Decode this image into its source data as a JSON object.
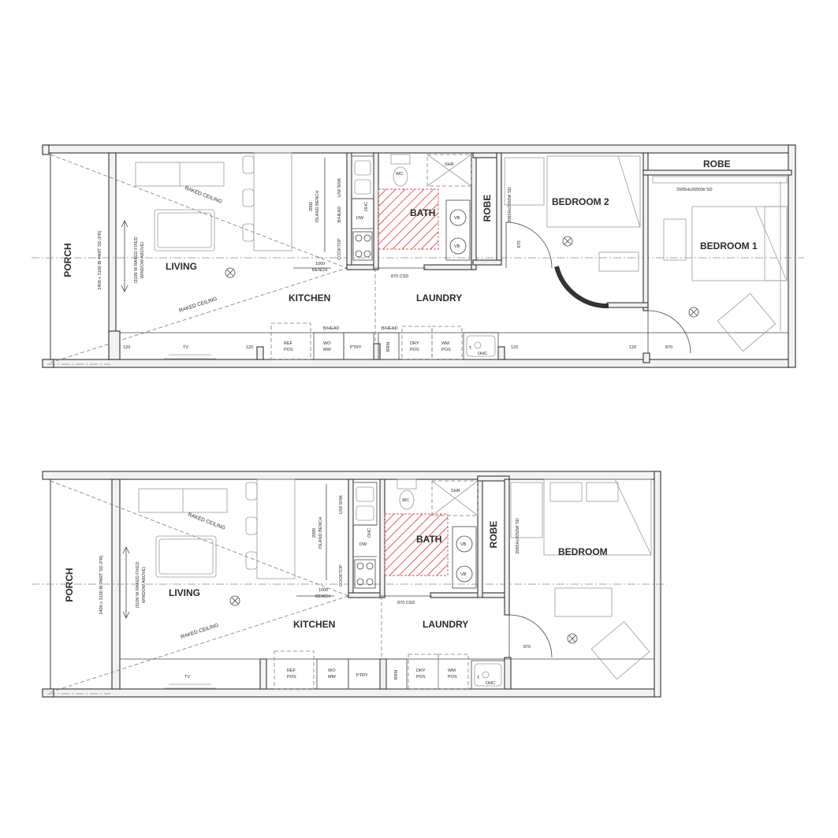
{
  "plans": [
    {
      "id": "two-bedroom",
      "rooms": {
        "porch": "PORCH",
        "living": "LIVING",
        "kitchen": "KITCHEN",
        "bath": "BATH",
        "laundry": "LAUNDRY",
        "robe_small": "ROBE",
        "robe_large": "ROBE",
        "bedroom_2": "BEDROOM 2",
        "bedroom_1": "BEDROOM 1"
      },
      "labels": {
        "raked_ceiling_1": "RAKED CEILING",
        "raked_ceiling_2": "RAKED CEILING",
        "porch_door": "2400 x 3100 BI-PART SD (PR)",
        "window_line1": "(3100 W RAKED FIXED",
        "window_line2": "WINDOW ABOVE)",
        "island_line1": "2000",
        "island_line2": "ISLAND BENCH",
        "bench_line1": "1000",
        "bench_line2": "BENCH",
        "um_sink": "U/M SINK",
        "bhead_sink": "B/HEAD",
        "ohc": "OHC",
        "dw": "DW",
        "cooktop": "COOKTOP",
        "wc": "WC",
        "shr": "SHR",
        "vb_1": "VB",
        "vb_2": "VB",
        "csd": "870 CSD",
        "robe_sd": "2065Hx2050W SD",
        "bed1_sd": "2065Hx2650W SD",
        "door_870_a": "870",
        "door_870_b": "870",
        "tv": "TV",
        "dim_120_a": "120",
        "dim_120_b": "120",
        "dim_120_c": "120",
        "dim_120_d": "120",
        "bhead_kitchen": "B/HEAD",
        "bhead_laundry": "B/HEAD",
        "ref_1": "REF",
        "ref_2": "POS",
        "wo_1": "WO",
        "wo_2": "MW",
        "ptry": "PTRY",
        "brm": "BRM",
        "dry_1": "DRY",
        "dry_2": "POS",
        "wm_1": "WM",
        "wm_2": "POS",
        "tub": "T.",
        "ohc_tub": "OHC"
      }
    },
    {
      "id": "one-bedroom",
      "rooms": {
        "porch": "PORCH",
        "living": "LIVING",
        "kitchen": "KITCHEN",
        "bath": "BATH",
        "laundry": "LAUNDRY",
        "robe": "ROBE",
        "bedroom": "BEDROOM"
      },
      "labels": {
        "raked_ceiling_1": "RAKED CEILING",
        "raked_ceiling_2": "RAKED CEILING",
        "porch_door": "2400 x 3100 BI-PART SD (PR)",
        "window_line1": "(3100 W RAKED FIXED",
        "window_line2": "WINDOW ABOVE)",
        "island_line1": "2000",
        "island_line2": "ISLAND BENCH",
        "bench_line1": "1000",
        "bench_line2": "BENCH",
        "um_sink": "U/M SINK",
        "ohc": "OHC",
        "dw": "DW",
        "cooktop": "COOKTOP",
        "wc": "WC",
        "shr": "SHR",
        "vb_1": "VB",
        "vb_2": "VB",
        "csd": "870 CSD",
        "robe_sd": "2065Hx2050W SD",
        "door_870": "870",
        "tv": "TV",
        "ref_1": "REF",
        "ref_2": "POS",
        "wo_1": "WO",
        "wo_2": "MW",
        "ptry": "PTRY",
        "brm": "BRM",
        "dry_1": "DRY",
        "dry_2": "POS",
        "wm_1": "WM",
        "wm_2": "POS",
        "tub": "T.",
        "ohc_tub": "OHC"
      }
    }
  ],
  "colors": {
    "wall_fill": "#f2f2f2",
    "line": "#333333",
    "hatch": "#e4555a"
  }
}
